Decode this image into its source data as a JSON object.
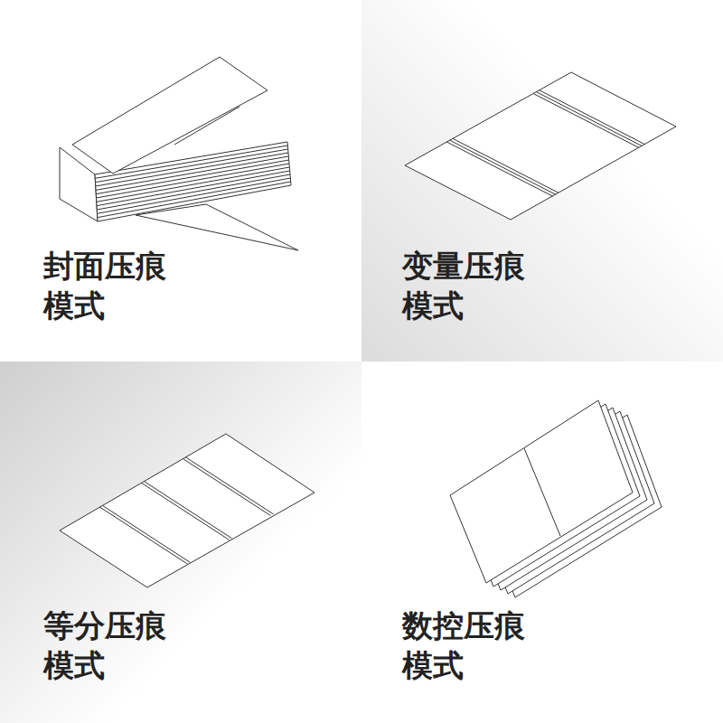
{
  "diagram": {
    "labels": [
      "封面压痕 模式",
      "变量压痕 模式",
      "等分压痕 模式",
      "数控压痕 模式"
    ]
  }
}
